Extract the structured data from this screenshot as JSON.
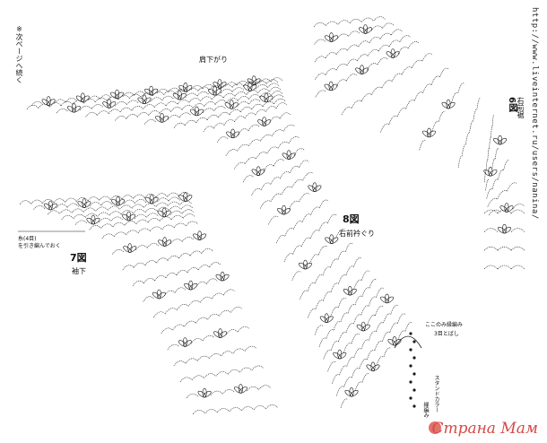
{
  "labels": {
    "next_page_note": "※次ページへ続く",
    "shoulder": "肩下がり",
    "fig8_num": "8図",
    "fig8_name": "右前衿ぐり",
    "fig7_num": "7図",
    "fig7_name": "袖下",
    "fig6_num": "6図",
    "fig6_name": "右前裾",
    "sleeve_note_a": "糸(4目)",
    "sleeve_note_b": "を引き編んでおく",
    "edge_note_a": "ここのみ縁編み",
    "edge_note_b": "3目とばし",
    "edge_note_c": "スタンドカラー",
    "edge_note_d": "縁編み",
    "url": "http://www.liveinternet.ru/users/nanina/",
    "watermark": "Страна Мам"
  },
  "colors": {
    "ink": "#1a1a1a",
    "watermark": "#d44a48"
  }
}
